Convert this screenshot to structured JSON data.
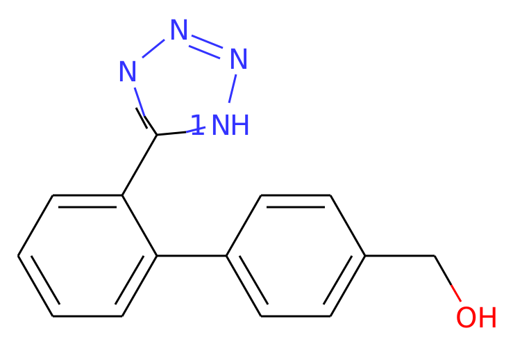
{
  "atoms": {
    "n_top": "N",
    "n_right": "N",
    "n_left": "N",
    "nh": "N",
    "nh_h": "H",
    "nh_locant": "1",
    "oh": "OH"
  },
  "colors": {
    "bond": "#000000",
    "nitrogen": "#3333ff",
    "oxygen": "#ff0000",
    "background": "#ffffff"
  }
}
